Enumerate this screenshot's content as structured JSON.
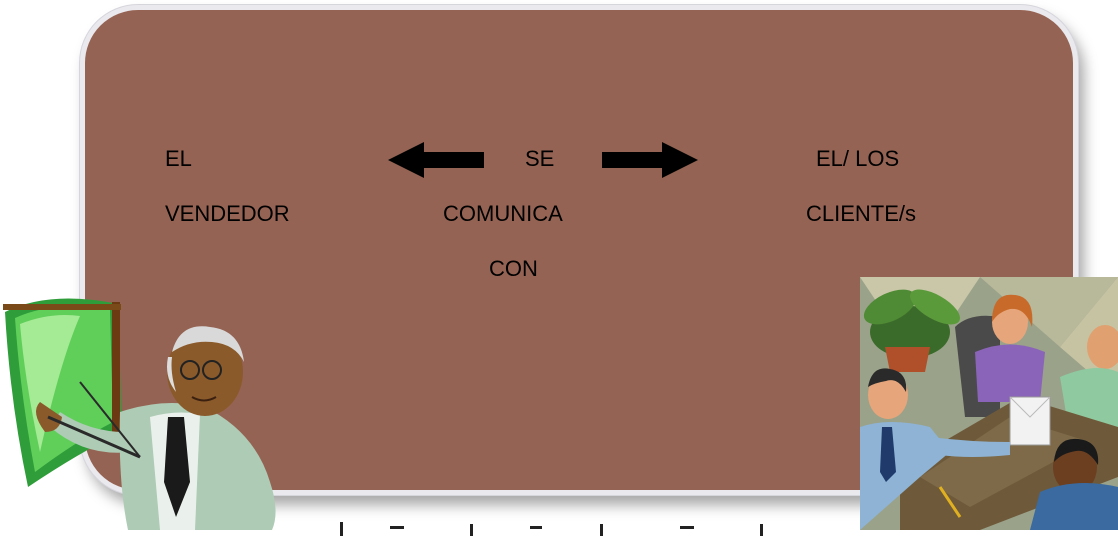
{
  "diagram": {
    "left_party": {
      "line1": "EL",
      "line2": "VENDEDOR"
    },
    "center": {
      "line1": "SE",
      "line2": "COMUNICA",
      "line3": "CON"
    },
    "right_party": {
      "line1": "EL/ LOS",
      "line2": "CLIENTE/s"
    },
    "arrows": [
      "arrow-left",
      "arrow-right"
    ]
  },
  "colors": {
    "card_fill": "#956353",
    "card_border": "#e9e9ee",
    "text": "#000000",
    "arrow": "#000000"
  },
  "illustrations": {
    "left": "presenter-clipart",
    "right": "meeting-clipart"
  }
}
